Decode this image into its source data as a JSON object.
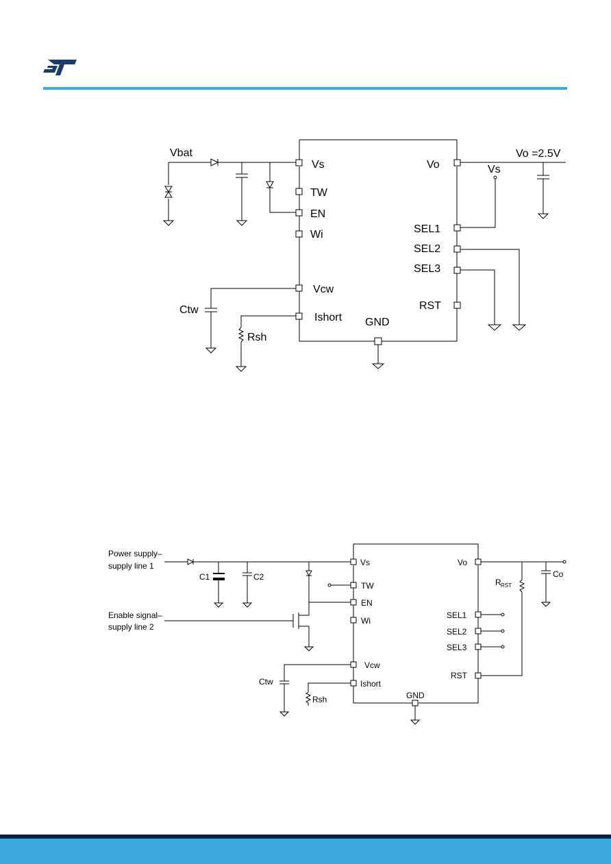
{
  "header": {
    "brand_color": "#3aa8dc",
    "logo": "st-logo"
  },
  "footer": {
    "band_dark": "#03234b",
    "band_light": "#3aa8dc"
  },
  "diagram1": {
    "vbat": "Vbat",
    "pins_left": [
      "Vs",
      "TW",
      "EN",
      "Wi",
      "Vcw",
      "Ishort"
    ],
    "pins_right": [
      "Vo",
      "SEL1",
      "SEL2",
      "SEL3",
      "RST"
    ],
    "gnd": "GND",
    "vo_label": "Vo =2.5V",
    "vs_label": "Vs",
    "ctw": "Ctw",
    "rsh": "Rsh"
  },
  "diagram2": {
    "supply1_line1": "Power supply–",
    "supply1_line2": "supply line 1",
    "enable_line1": "Enable signal–",
    "enable_line2": "supply line 2",
    "c1": "C1",
    "c2": "C2",
    "pins_left": [
      "Vs",
      "TW",
      "EN",
      "Wi",
      "Vcw",
      "Ishort"
    ],
    "pins_right": [
      "Vo",
      "SEL1",
      "SEL2",
      "SEL3",
      "RST"
    ],
    "gnd": "GND",
    "r_rst": "R",
    "r_rst_sub": "RST",
    "co": "Co",
    "ctw": "Ctw",
    "rsh": "Rsh"
  }
}
